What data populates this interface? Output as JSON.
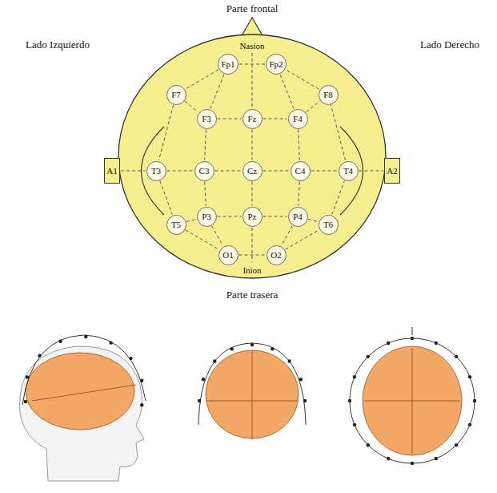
{
  "diagram": {
    "nodes": [
      {
        "text": [
          "Fp1"
        ]
      },
      {
        "text": [
          "Fp2"
        ]
      },
      {
        "text": [
          "F7"
        ]
      },
      {
        "text": [
          "F3"
        ]
      },
      {
        "text": [
          "Fz"
        ]
      },
      {
        "text": [
          "F4"
        ]
      },
      {
        "text": [
          "F8"
        ]
      },
      {
        "text": [
          "A1"
        ]
      },
      {
        "text": [
          "T3"
        ]
      },
      {
        "text": [
          "C3"
        ]
      },
      {
        "text": [
          "Cz"
        ]
      },
      {
        "text": [
          "C4"
        ]
      },
      {
        "text": [
          "T4"
        ]
      },
      {
        "text": [
          "A2"
        ]
      },
      {
        "text": [
          "T5"
        ]
      },
      {
        "text": [
          "P3"
        ]
      },
      {
        "text": [
          "Pz"
        ]
      },
      {
        "text": [
          "P4"
        ]
      },
      {
        "text": [
          "T6"
        ]
      },
      {
        "text": [
          "O1"
        ]
      },
      {
        "text": [
          "O2"
        ]
      }
    ],
    "edges": [
      {
        "from": 7,
        "to": 8,
        "arrow": "none"
      },
      {
        "from": 8,
        "to": 9,
        "arrow": "none"
      },
      {
        "from": 9,
        "to": 10,
        "arrow": "none"
      },
      {
        "from": 10,
        "to": 11,
        "arrow": "none"
      },
      {
        "from": 11,
        "to": 12,
        "arrow": "none"
      },
      {
        "from": 12,
        "to": 13,
        "arrow": "none"
      },
      {
        "from": 0,
        "to": 2,
        "arrow": "none"
      },
      {
        "from": 2,
        "to": 8,
        "arrow": "none"
      },
      {
        "from": 8,
        "to": 14,
        "arrow": "none"
      },
      {
        "from": 14,
        "to": 19,
        "arrow": "none"
      },
      {
        "from": 19,
        "to": 20,
        "arrow": "none"
      },
      {
        "from": 20,
        "to": 18,
        "arrow": "none"
      },
      {
        "from": 18,
        "to": 12,
        "arrow": "none"
      },
      {
        "from": 12,
        "to": 6,
        "arrow": "none"
      },
      {
        "from": 6,
        "to": 1,
        "arrow": "none"
      },
      {
        "from": 1,
        "to": 0,
        "arrow": "none"
      },
      {
        "from": 2,
        "to": 3,
        "arrow": "none"
      },
      {
        "from": 3,
        "to": 4,
        "arrow": "none"
      },
      {
        "from": 4,
        "to": 5,
        "arrow": "none"
      },
      {
        "from": 5,
        "to": 6,
        "arrow": "none"
      },
      {
        "from": 14,
        "to": 15,
        "arrow": "none"
      },
      {
        "from": 15,
        "to": 16,
        "arrow": "none"
      },
      {
        "from": 16,
        "to": 17,
        "arrow": "none"
      },
      {
        "from": 17,
        "to": 18,
        "arrow": "none"
      },
      {
        "from": 4,
        "to": 10,
        "arrow": "none"
      },
      {
        "from": 10,
        "to": 16,
        "arrow": "none"
      },
      {
        "from": 0,
        "to": 3,
        "arrow": "none"
      },
      {
        "from": 3,
        "to": 9,
        "arrow": "none"
      },
      {
        "from": 9,
        "to": 15,
        "arrow": "none"
      },
      {
        "from": 15,
        "to": 19,
        "arrow": "none"
      },
      {
        "from": 1,
        "to": 5,
        "arrow": "none"
      },
      {
        "from": 5,
        "to": 11,
        "arrow": "none"
      },
      {
        "from": 11,
        "to": 17,
        "arrow": "none"
      },
      {
        "from": 17,
        "to": 20,
        "arrow": "none"
      }
    ],
    "labels": [
      "Parte frontal",
      "Lado Izquierdo",
      "Lado Derecho",
      "Nasion",
      "Inion",
      "Parte trasera"
    ]
  }
}
